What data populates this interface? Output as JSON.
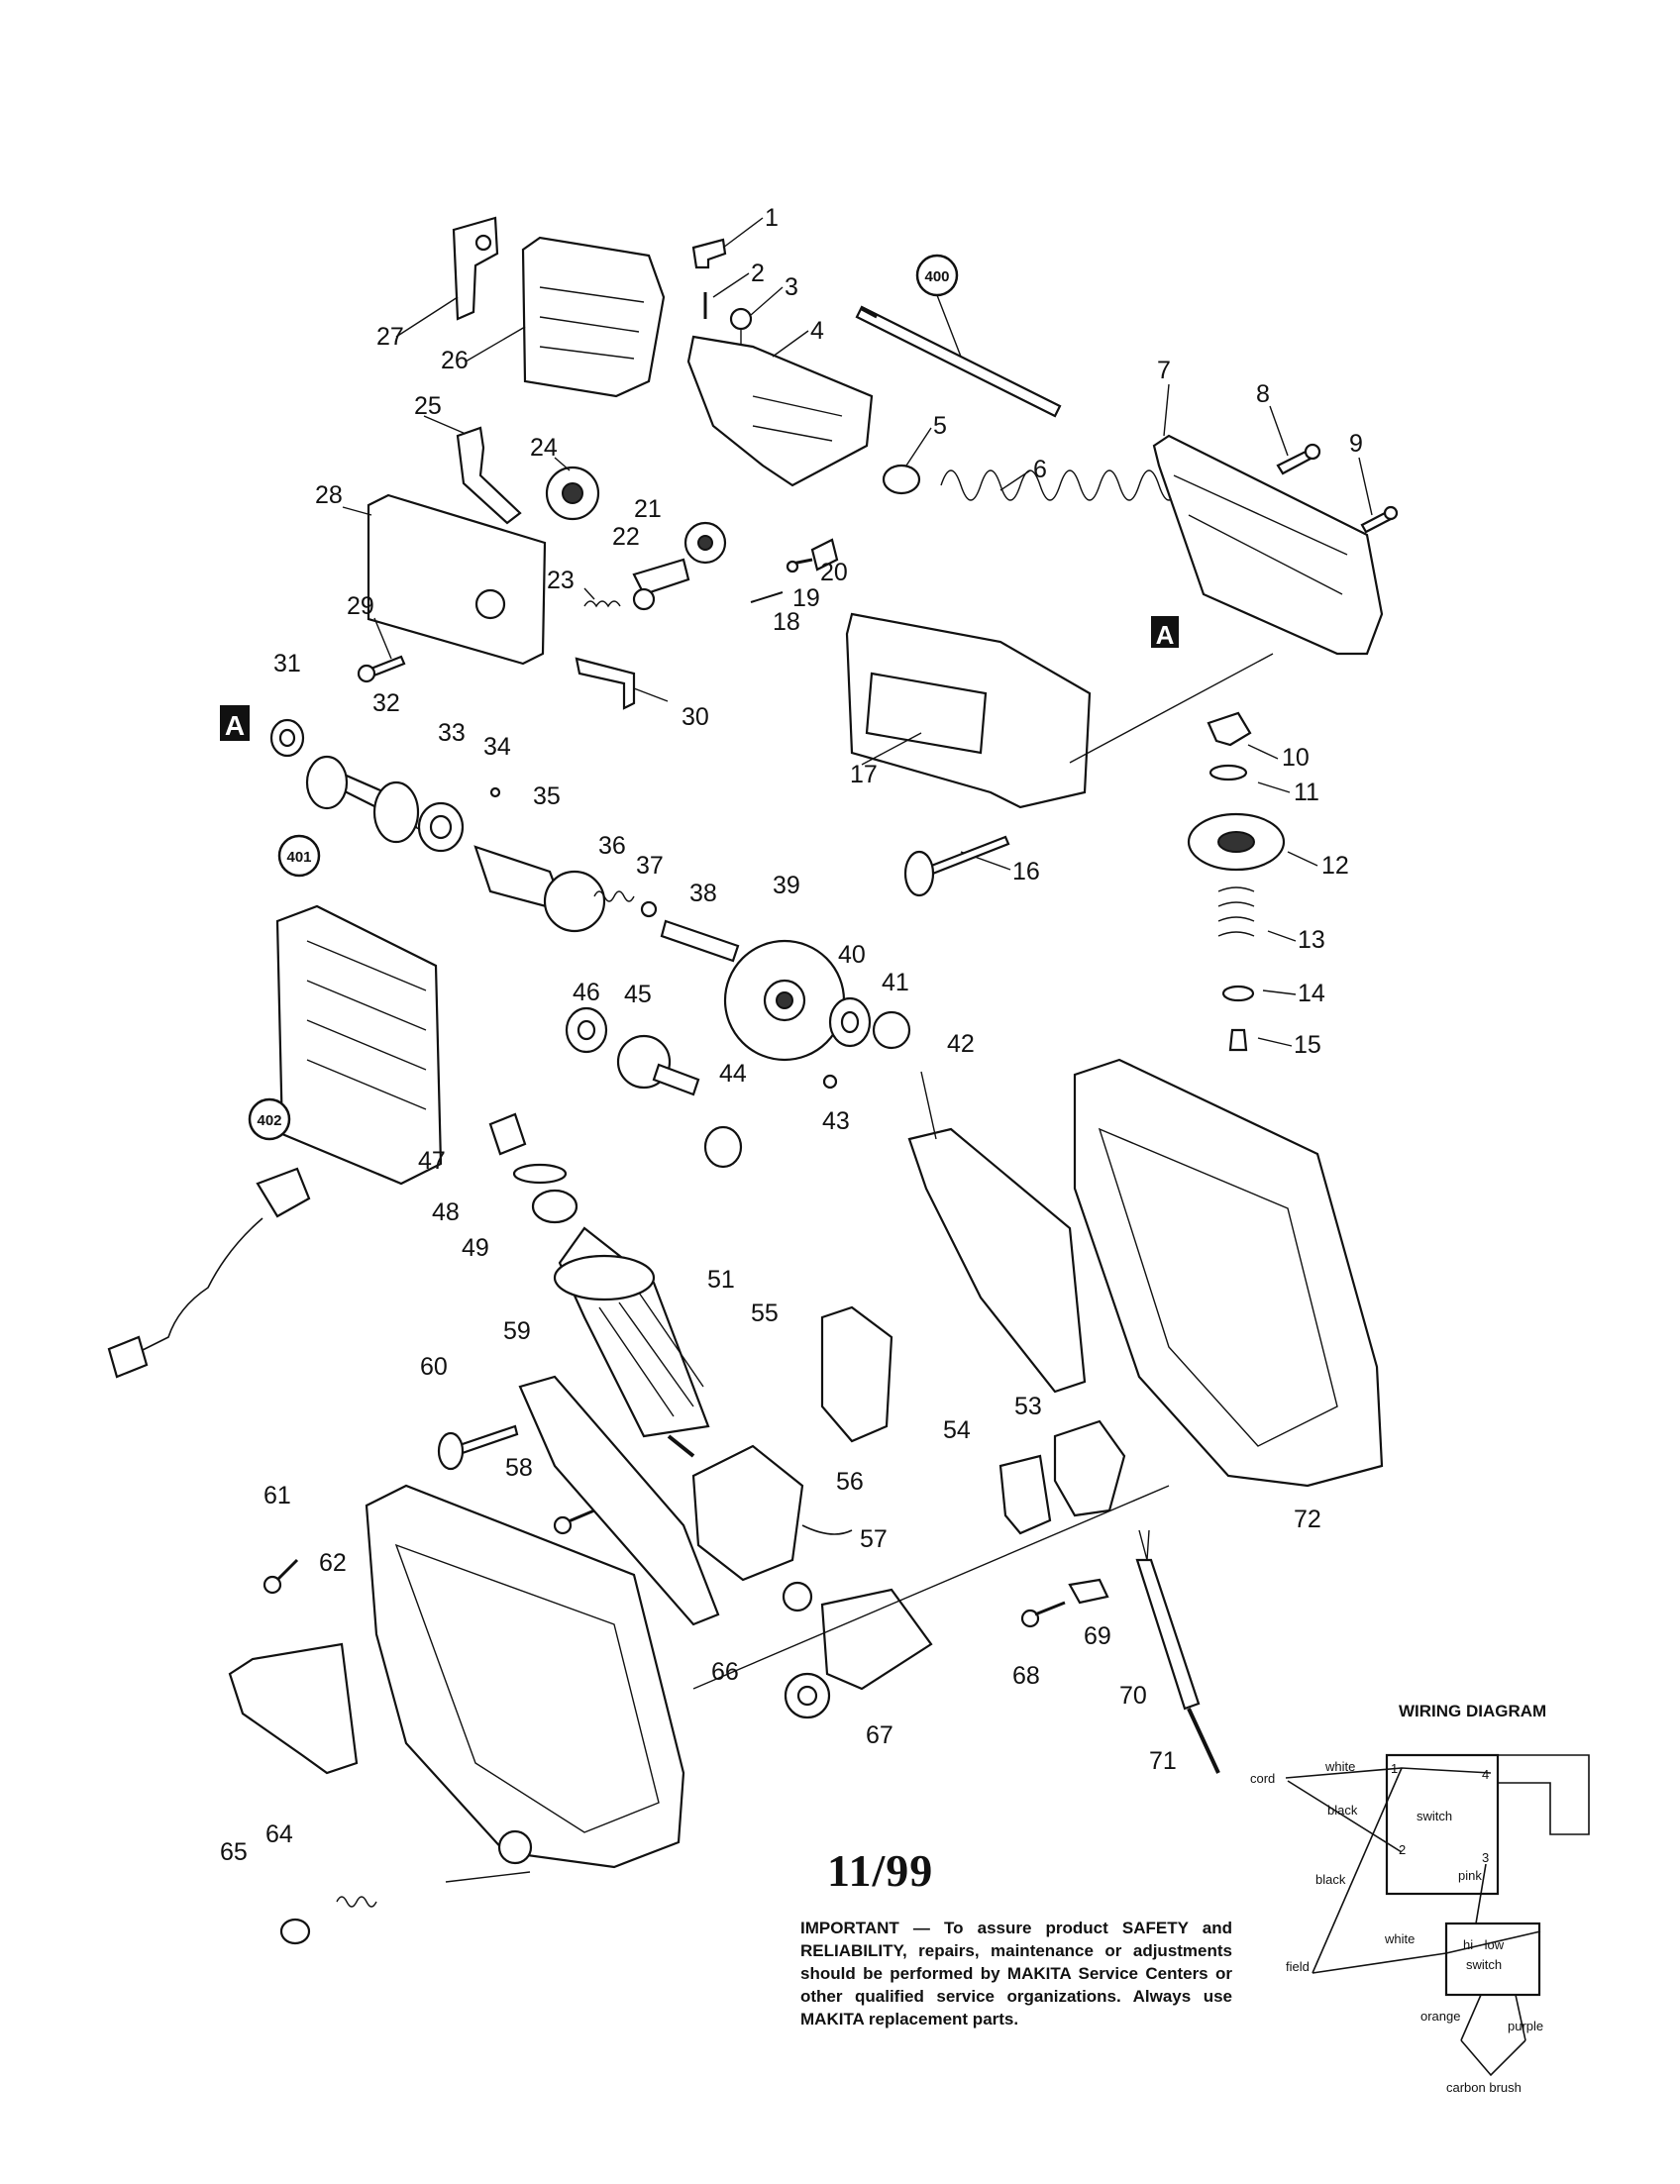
{
  "date_stamp": "11/99",
  "important_notice": "IMPORTANT — To assure product SAFETY and RELIABILITY, repairs, maintenance or adjustments should be performed by MAKITA Service Centers or other qualified service organizations. Always use MAKITA replacement parts.",
  "wiring_diagram": {
    "title": "WIRING DIAGRAM",
    "switch_label": "switch",
    "hi_low_label_1": "hi - low",
    "hi_low_label_2": "switch",
    "terminals": [
      "1",
      "2",
      "3",
      "4"
    ],
    "wire_labels": {
      "cord": "cord",
      "white_top": "white",
      "black_top": "black",
      "black_left": "black",
      "pink": "pink",
      "white_mid": "white",
      "field": "field",
      "orange": "orange",
      "purple": "purple",
      "carbon_brush": "carbon brush"
    }
  },
  "section_marker": "A",
  "part_numbers": [
    "1",
    "2",
    "3",
    "4",
    "5",
    "6",
    "7",
    "8",
    "9",
    "10",
    "11",
    "12",
    "13",
    "14",
    "15",
    "16",
    "17",
    "18",
    "19",
    "20",
    "21",
    "22",
    "23",
    "24",
    "25",
    "26",
    "27",
    "28",
    "29",
    "30",
    "31",
    "32",
    "33",
    "34",
    "35",
    "36",
    "37",
    "38",
    "39",
    "40",
    "41",
    "42",
    "43",
    "44",
    "45",
    "46",
    "47",
    "48",
    "49",
    "51",
    "53",
    "54",
    "55",
    "56",
    "57",
    "58",
    "59",
    "60",
    "61",
    "62",
    "64",
    "65",
    "66",
    "67",
    "68",
    "69",
    "70",
    "71",
    "72"
  ],
  "assembly_numbers": [
    "400",
    "401",
    "402"
  ]
}
